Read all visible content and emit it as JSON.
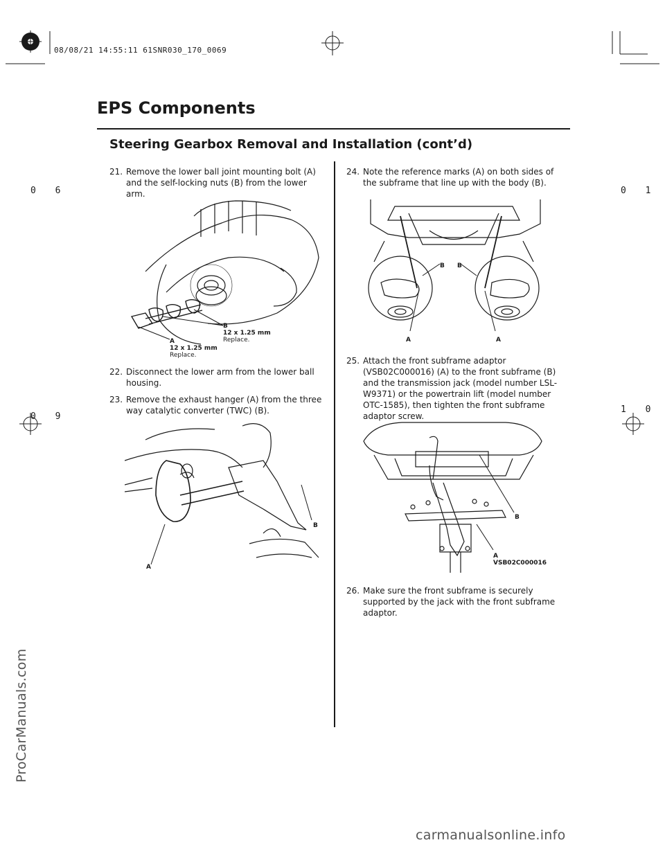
{
  "header": {
    "stamp": "08/08/21 14:55:11 61SNR030_170_0069",
    "page_ref_left_top": "0 6",
    "page_ref_left_bottom": "0 9",
    "page_ref_right_top": "0 1",
    "page_ref_right_bottom": "1 0"
  },
  "section_title": "EPS Components",
  "subtitle": "Steering Gearbox Removal and Installation (cont’d)",
  "left_column": {
    "step21": {
      "num": "21.",
      "text": "Remove the lower ball joint mounting bolt (A) and the self-locking nuts (B) from the lower arm."
    },
    "fig1": {
      "callout_b_letter": "B",
      "callout_b_spec": "12 x 1.25 mm",
      "callout_b_note": "Replace.",
      "callout_a_letter": "A",
      "callout_a_spec": "12 x 1.25 mm",
      "callout_a_note": "Replace."
    },
    "step22": {
      "num": "22.",
      "text": "Disconnect the lower arm from the lower ball housing."
    },
    "step23": {
      "num": "23.",
      "text": "Remove the exhaust hanger (A) from the three way catalytic converter (TWC) (B)."
    },
    "fig2": {
      "callout_a": "A",
      "callout_b": "B"
    }
  },
  "right_column": {
    "step24": {
      "num": "24.",
      "text": "Note the reference marks (A) on both sides of the subframe that line up with the body (B)."
    },
    "fig3": {
      "callout_b1": "B",
      "callout_b2": "B",
      "callout_a1": "A",
      "callout_a2": "A"
    },
    "step25": {
      "num": "25.",
      "text": "Attach the front subframe adaptor (VSB02C000016) (A) to the front subframe (B) and the transmission jack (model number LSL-W9371) or the powertrain lift (model number OTC-1585), then tighten the front subframe adaptor screw."
    },
    "fig4": {
      "callout_b": "B",
      "callout_a_letter": "A",
      "callout_a_tool": "VSB02C000016"
    },
    "step26": {
      "num": "26.",
      "text": "Make sure the front subframe is securely supported by the jack with the front subframe adaptor."
    }
  },
  "watermarks": {
    "side": "ProCarManuals.com",
    "bottom": "carmanualsonline.info"
  }
}
